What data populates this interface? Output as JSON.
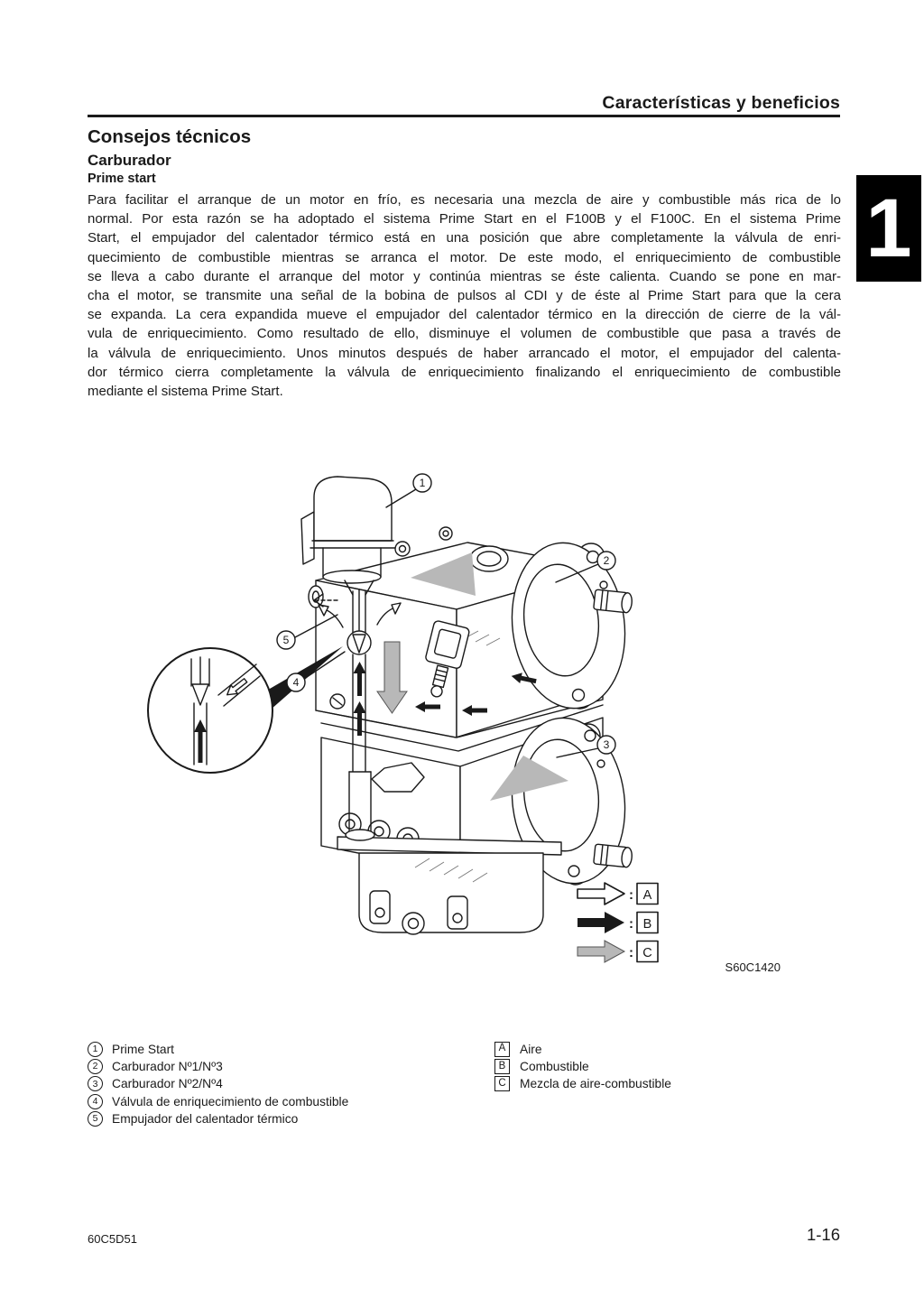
{
  "header": {
    "title": "Características y beneficios"
  },
  "sidetab": {
    "number": "1"
  },
  "content": {
    "section": "Consejos técnicos",
    "subsection": "Carburador",
    "heading3": "Prime start",
    "paragraph_lines": [
      "Para facilitar el arranque de un motor en frío, es necesaria una mezcla de aire y combustible más rica de lo",
      "normal. Por esta razón se ha adoptado el sistema Prime Start en el F100B y el F100C. En el sistema Prime",
      "Start, el empujador del calentador térmico está en una posición que abre completamente la válvula de enri-",
      "quecimiento de combustible mientras se arranca el motor. De este modo, el enriquecimiento de combustible",
      "se lleva a cabo durante el arranque del motor y continúa mientras se éste calienta. Cuando se pone en mar-",
      "cha el motor, se transmite una señal de la bobina de pulsos al CDI y de éste al Prime Start para que la cera",
      "se expanda. La cera expandida mueve el empujador del calentador térmico en la dirección de cierre de la vál-",
      "vula de enriquecimiento. Como resultado de ello, disminuye el volumen de combustible que pasa a través de",
      "la válvula de enriquecimiento. Unos minutos después de haber arrancado el motor, el empujador del calenta-",
      "dor térmico cierra completamente la válvula de enriquecimiento finalizando el enriquecimiento de combustible",
      "mediante el sistema Prime Start."
    ]
  },
  "figure": {
    "code": "S60C1420",
    "colon": ":",
    "callouts": [
      "1",
      "2",
      "3",
      "4",
      "5"
    ],
    "flow_legend": [
      {
        "style": "outline-white",
        "label": "A"
      },
      {
        "style": "solid-black",
        "label": "B"
      },
      {
        "style": "solid-gray",
        "label": "C"
      }
    ]
  },
  "parts_list": [
    {
      "num": "1",
      "label": "Prime Start"
    },
    {
      "num": "2",
      "label": "Carburador Nº1/Nº3"
    },
    {
      "num": "3",
      "label": "Carburador Nº2/Nº4"
    },
    {
      "num": "4",
      "label": "Válvula de enriquecimiento de combustible"
    },
    {
      "num": "5",
      "label": "Empujador del calentador térmico"
    }
  ],
  "flow_labels": [
    {
      "key": "A",
      "label": "Aire"
    },
    {
      "key": "B",
      "label": "Combustible"
    },
    {
      "key": "C",
      "label": "Mezcla de aire-combustible"
    }
  ],
  "footer": {
    "doc_code": "60C5D51",
    "page_number": "1-16"
  },
  "colors": {
    "ink": "#1a1a1a",
    "tab_bg": "#000000",
    "arrow_gray": "#b8b8b8"
  }
}
